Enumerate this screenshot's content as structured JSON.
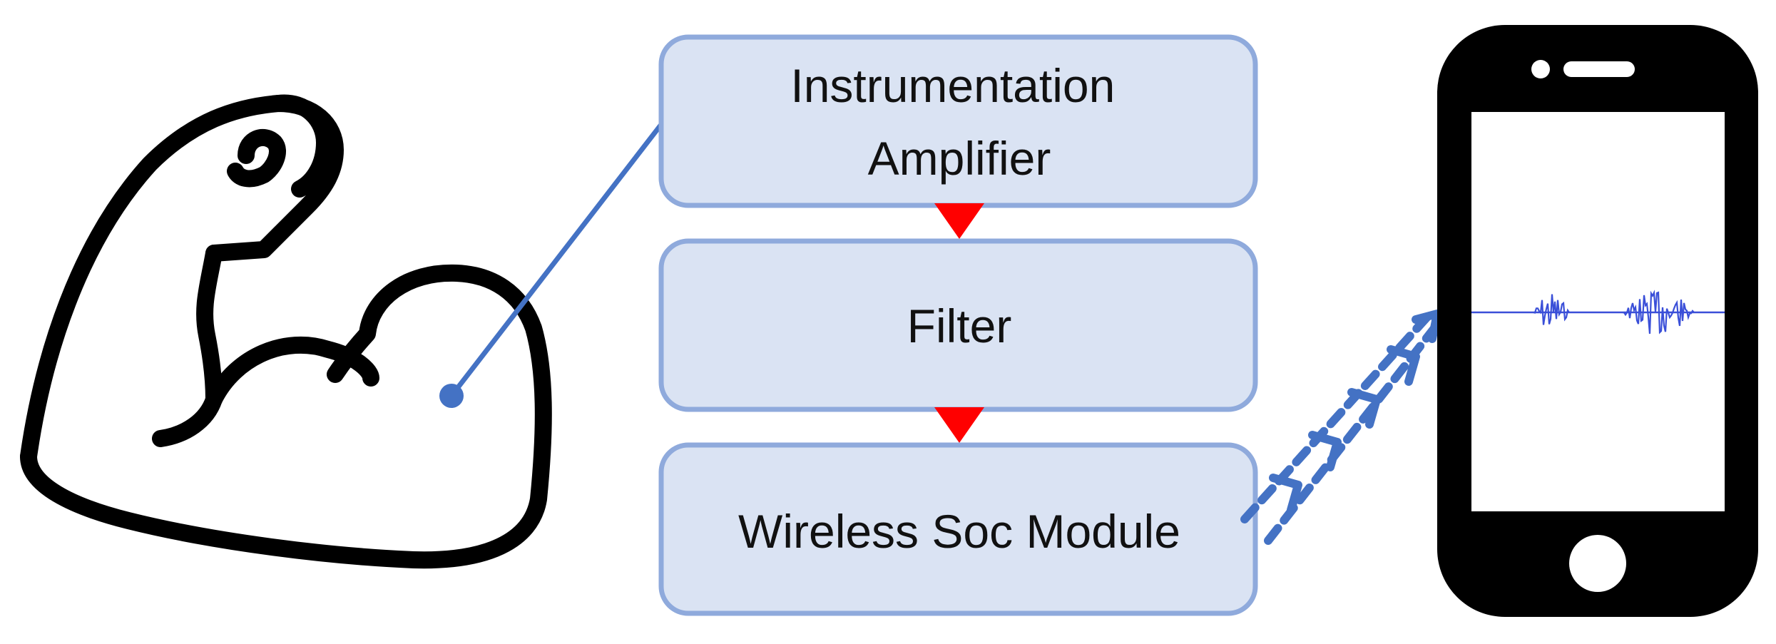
{
  "blocks": [
    {
      "id": "amplifier",
      "lines": [
        "Instrumentation",
        "Amplifier"
      ]
    },
    {
      "id": "filter",
      "lines": [
        "Filter"
      ]
    },
    {
      "id": "wireless",
      "lines": [
        "Wireless Soc Module"
      ]
    }
  ],
  "icons": {
    "muscle": "flexed-bicep-icon",
    "phone": "smartphone-icon",
    "wireless": "wireless-transmission-icon"
  },
  "colors": {
    "block_fill": "#dae3f3",
    "block_border": "#8faadc",
    "connector": "#4472c4",
    "arrow": "#ff0000",
    "icon": "#000000",
    "signal": "#3a4fd8"
  }
}
